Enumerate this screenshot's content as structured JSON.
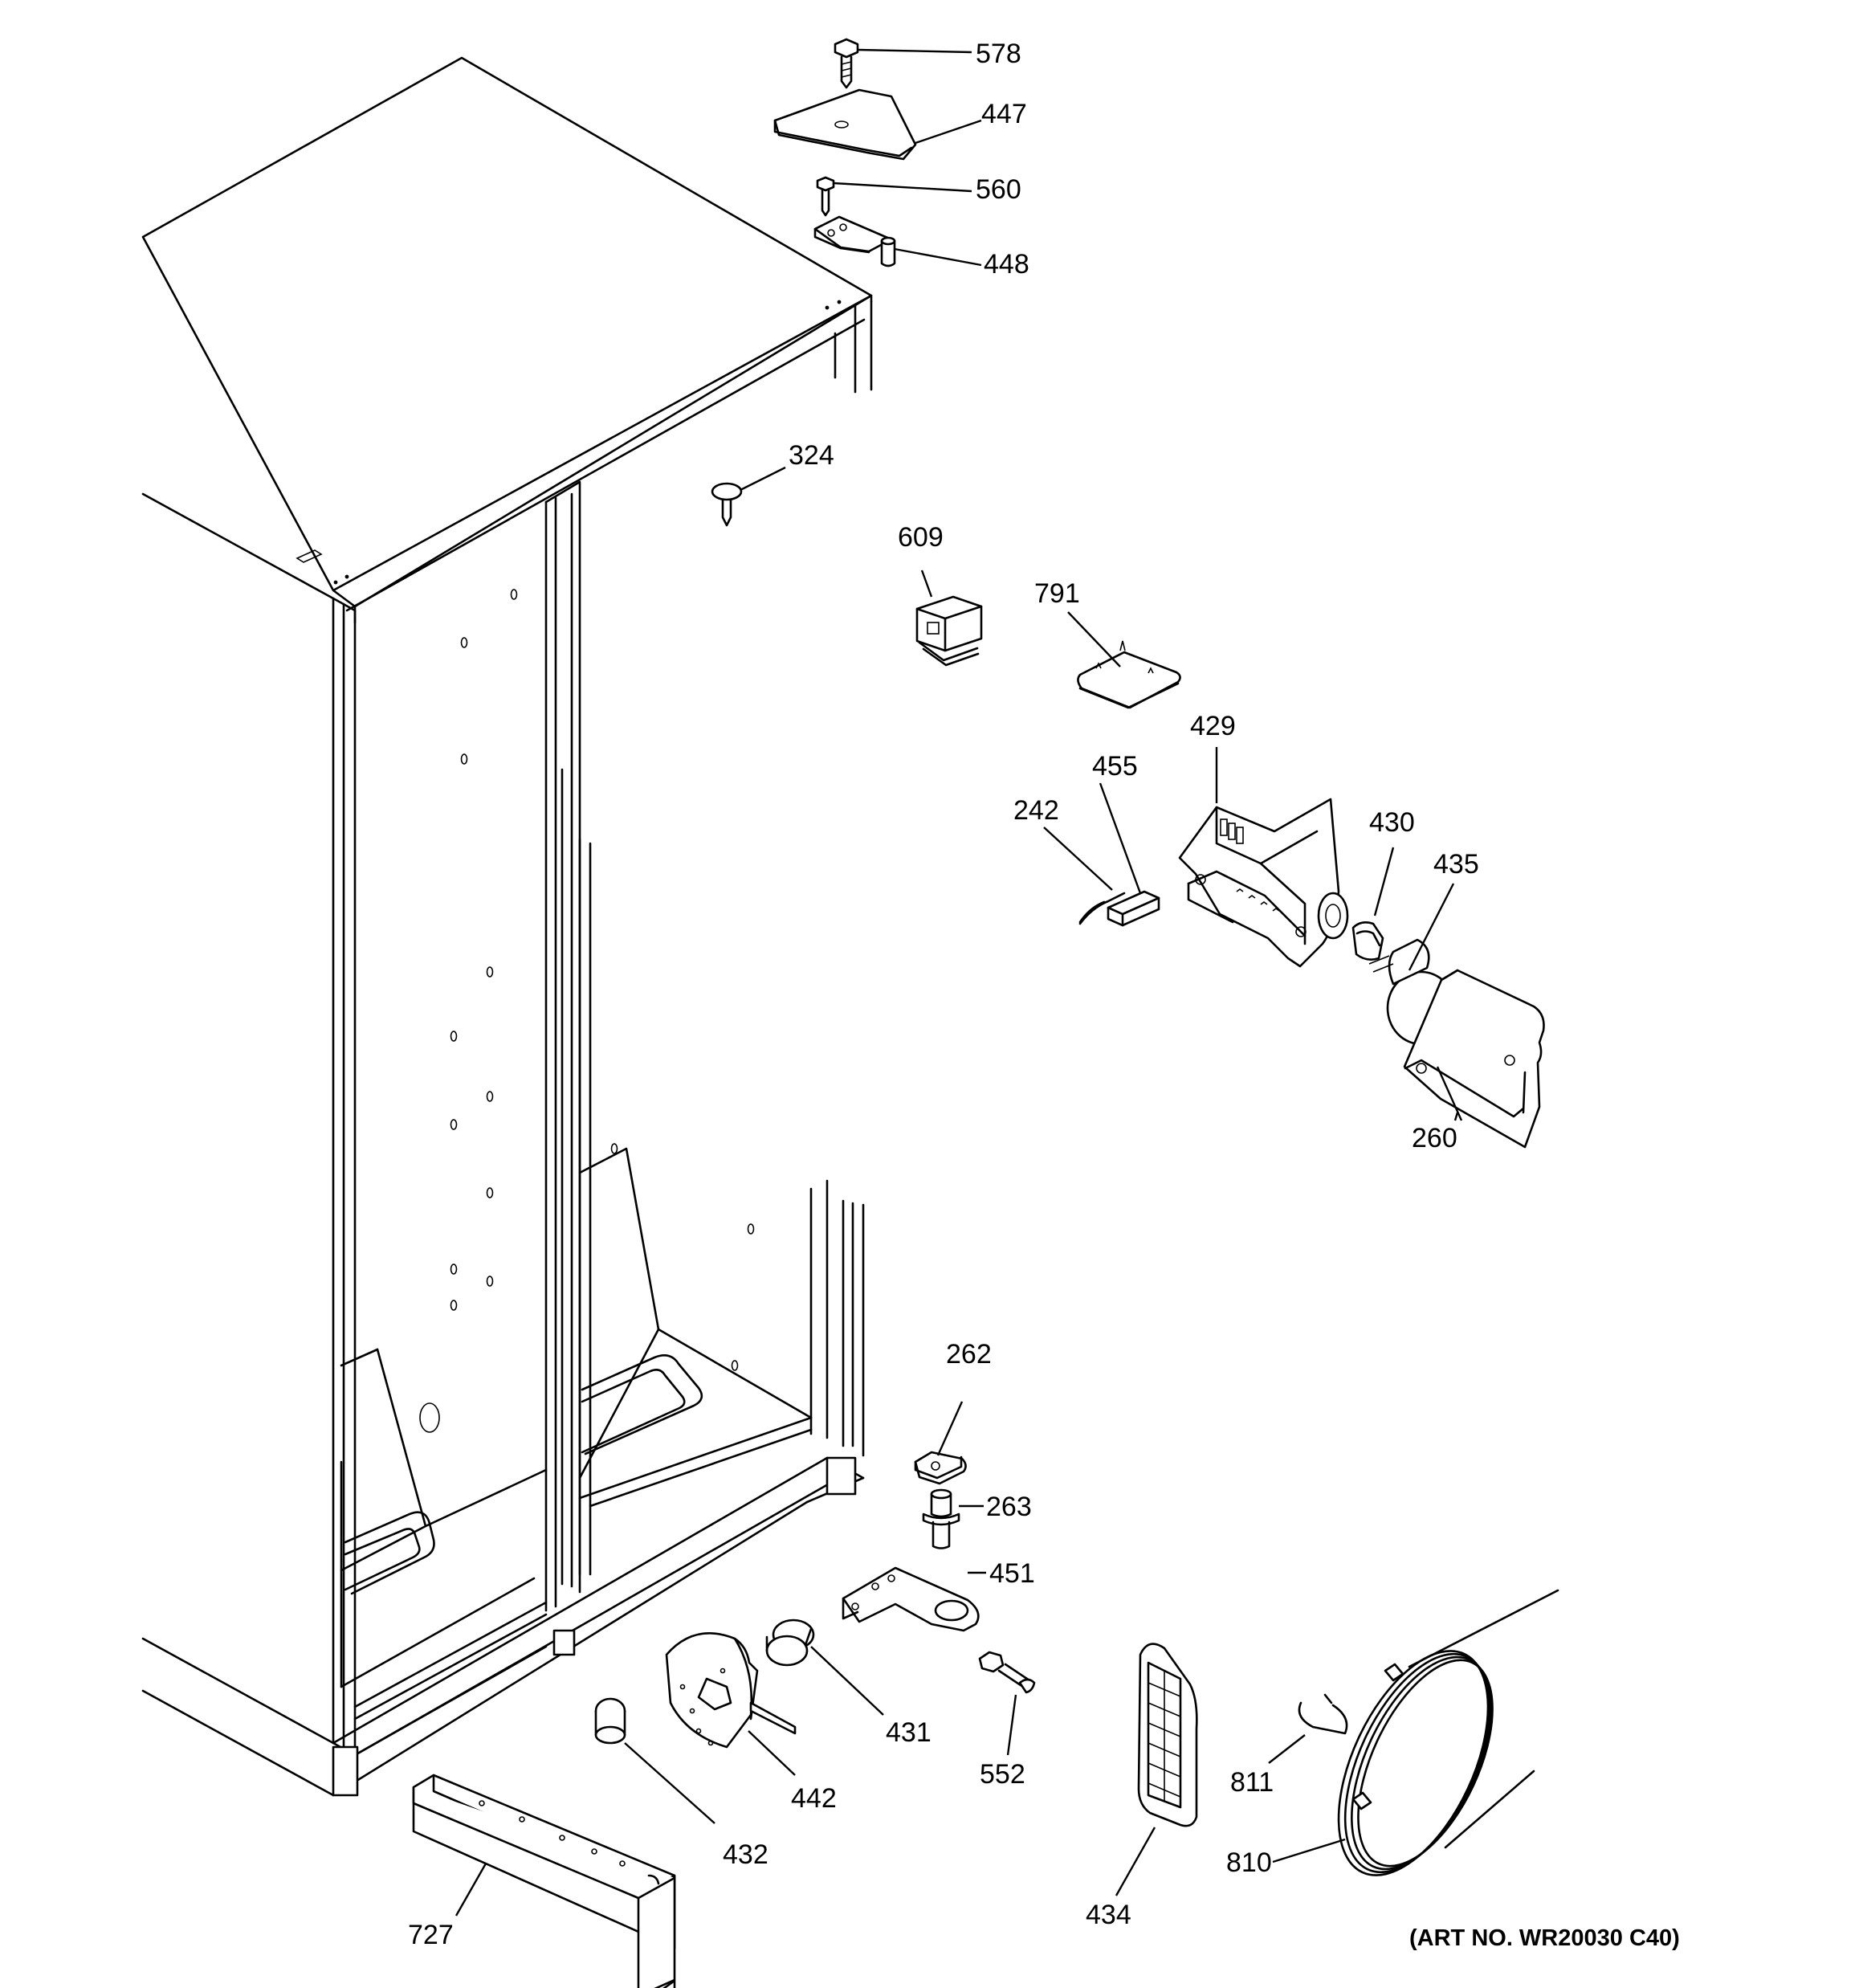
{
  "diagram": {
    "art_number": "(ART NO. WR20030 C40)",
    "parts": [
      {
        "id": "578",
        "label": "578"
      },
      {
        "id": "447",
        "label": "447"
      },
      {
        "id": "560",
        "label": "560"
      },
      {
        "id": "448",
        "label": "448"
      },
      {
        "id": "324",
        "label": "324"
      },
      {
        "id": "609",
        "label": "609"
      },
      {
        "id": "791",
        "label": "791"
      },
      {
        "id": "429",
        "label": "429"
      },
      {
        "id": "455",
        "label": "455"
      },
      {
        "id": "242",
        "label": "242"
      },
      {
        "id": "430",
        "label": "430"
      },
      {
        "id": "435",
        "label": "435"
      },
      {
        "id": "260",
        "label": "260"
      },
      {
        "id": "262",
        "label": "262"
      },
      {
        "id": "263",
        "label": "263"
      },
      {
        "id": "451",
        "label": "451"
      },
      {
        "id": "431",
        "label": "431"
      },
      {
        "id": "442",
        "label": "442"
      },
      {
        "id": "432",
        "label": "432"
      },
      {
        "id": "552",
        "label": "552"
      },
      {
        "id": "434",
        "label": "434"
      },
      {
        "id": "811",
        "label": "811"
      },
      {
        "id": "810",
        "label": "810"
      },
      {
        "id": "727",
        "label": "727"
      }
    ]
  }
}
